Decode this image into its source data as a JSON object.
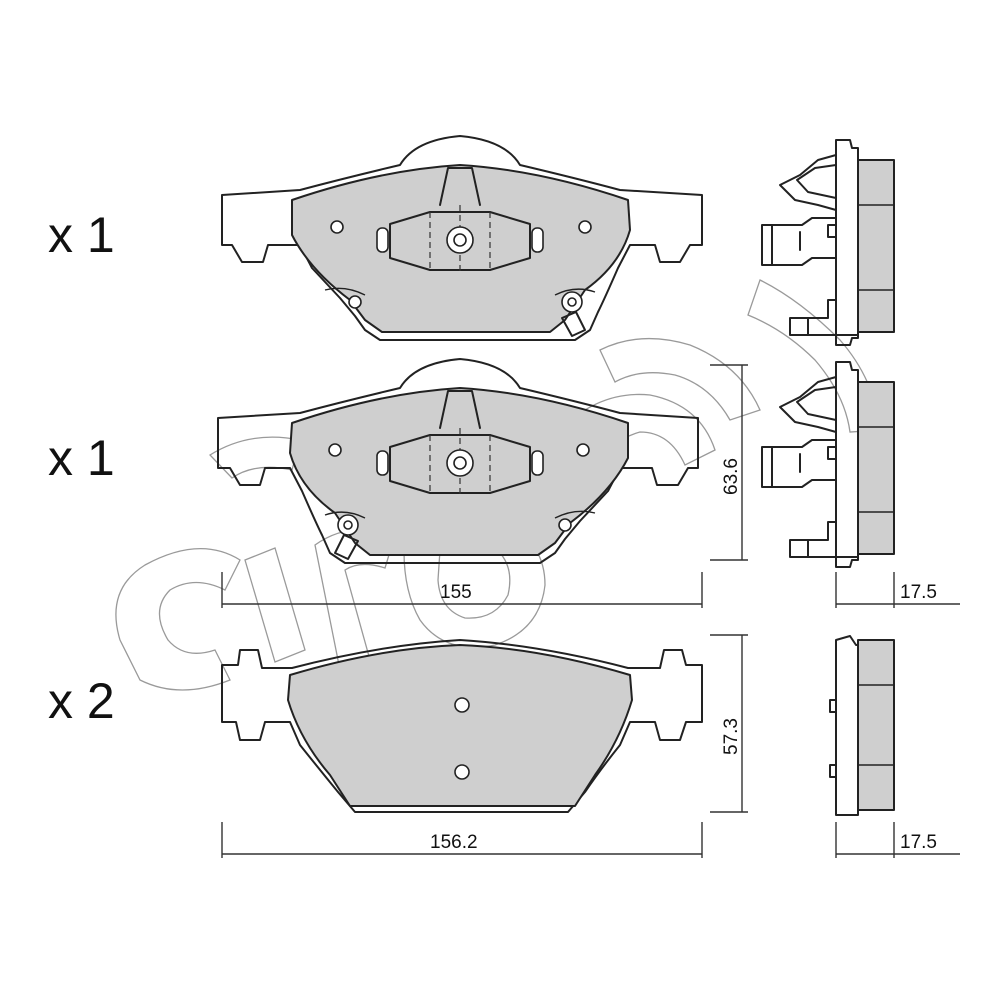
{
  "quantities": {
    "row1": "x 1",
    "row2": "x 1",
    "row3": "x 2"
  },
  "dimensions": {
    "width_upper": "155",
    "height_upper": "63.6",
    "thickness_upper": "17.5",
    "width_lower": "156.2",
    "height_lower": "57.3",
    "thickness_lower": "17.5"
  },
  "colors": {
    "friction_material": "#cfcfcf",
    "outline": "#222222",
    "watermark": "#9a9a9a"
  }
}
